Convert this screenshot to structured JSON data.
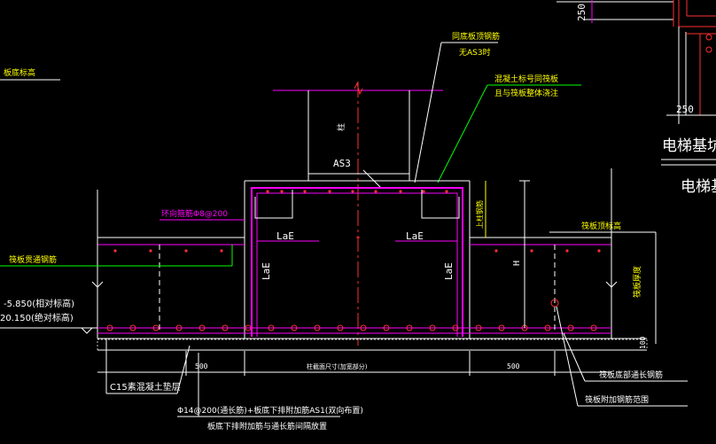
{
  "labels": {
    "top_dim_250": "250",
    "right_dim_250": "250",
    "elevator_pit_title": "电梯基坑",
    "elevator_pit_sub": "电梯基",
    "bridge_elevation": "板底标高",
    "same_rebar": "同底板顶钢筋",
    "no_as3": "无AS3时",
    "concrete_grade": "混凝土标号同筏板",
    "same_material": "且与筏板整体浇注",
    "column_mark": "柱",
    "as3": "AS3",
    "ring_stirrup": "环向箍筋Φ8@200",
    "lae_left": "LaE",
    "lae_right": "LaE",
    "lae_vert_left": "LaE",
    "lae_vert_right": "LaE",
    "raft_top_elev": "筏板顶标高",
    "raft_through_rebar": "筏板贯通钢筋",
    "h_mark": "H",
    "raft_thickness": "筏板厚度",
    "elev_relative": "-5.850(相对标高)",
    "elev_absolute": "20.150(绝对标高)",
    "dim_500_left": "500",
    "dim_500_right": "500",
    "center_note": "柱截面尺寸(加宽部分)",
    "cushion": "C15素混凝土垫层",
    "bottom_note_1": "Φ14@200(通长筋)+板底下排附加筋AS1(双向布置)",
    "bottom_note_2": "板底下排附加筋与通长筋间隔放置",
    "raft_bottom_through": "筏板底部通长钢筋",
    "raft_additional": "筏板附加钢筋范围",
    "dim_100": "100",
    "h_side": "上柱钢筋"
  },
  "colors": {
    "background": "#000000",
    "magenta": "#ff00ff",
    "green": "#00ff00",
    "white": "#ffffff",
    "red": "#ff3030",
    "yellow": "#ffff00",
    "gray": "#c0c0c0"
  }
}
